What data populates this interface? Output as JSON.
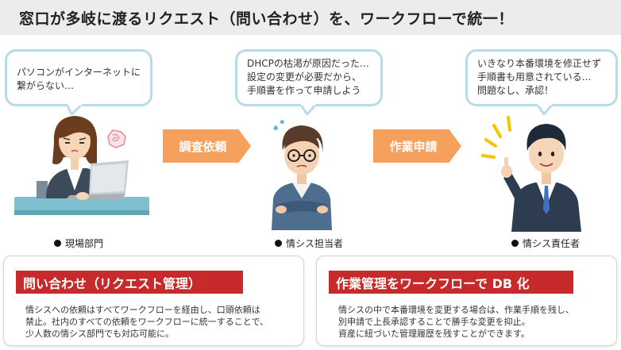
{
  "title": "窓口が多岐に渡るリクエスト（問い合わせ）を、ワークフローで統一！",
  "bubbles": [
    {
      "lines": [
        "パソコンがインターネットに",
        "繋がらない…"
      ]
    },
    {
      "lines": [
        "DHCPの枯渇が原因だった…",
        "設定の変更が必要だから、",
        "手順書を作って申請しよう"
      ]
    },
    {
      "lines": [
        "いきなり本番環境を修正せず",
        "手順書も用意されている…",
        "問題なし、承認！"
      ]
    }
  ],
  "arrows": [
    "調査依頼",
    "作業申請"
  ],
  "roles": [
    "現場部門",
    "情シス担当者",
    "情シス責任者"
  ],
  "cards": [
    {
      "heading": "問い合わせ（リクエスト管理）",
      "lines": [
        "情シスへの依頼はすべてワークフローを経由し、口頭依頼は",
        "禁止。社内のすべての依頼をワークフローに統一することで、",
        "少人数の情シス部門でも対応可能に。"
      ]
    },
    {
      "heading": "作業管理をワークフローで DB 化",
      "lines": [
        "情シスの中で本番環境を変更する場合は、作業手順を残し、",
        "別申請で上長承認することで勝手な変更を抑止。",
        "資産に紐づいた管理履歴を残すことができます。"
      ]
    }
  ],
  "colors": {
    "accent_red": "#c62a2a",
    "arrow_orange": "#f5a05c",
    "bubble_border": "#b8dbe8",
    "title_bg": "#ececec"
  }
}
